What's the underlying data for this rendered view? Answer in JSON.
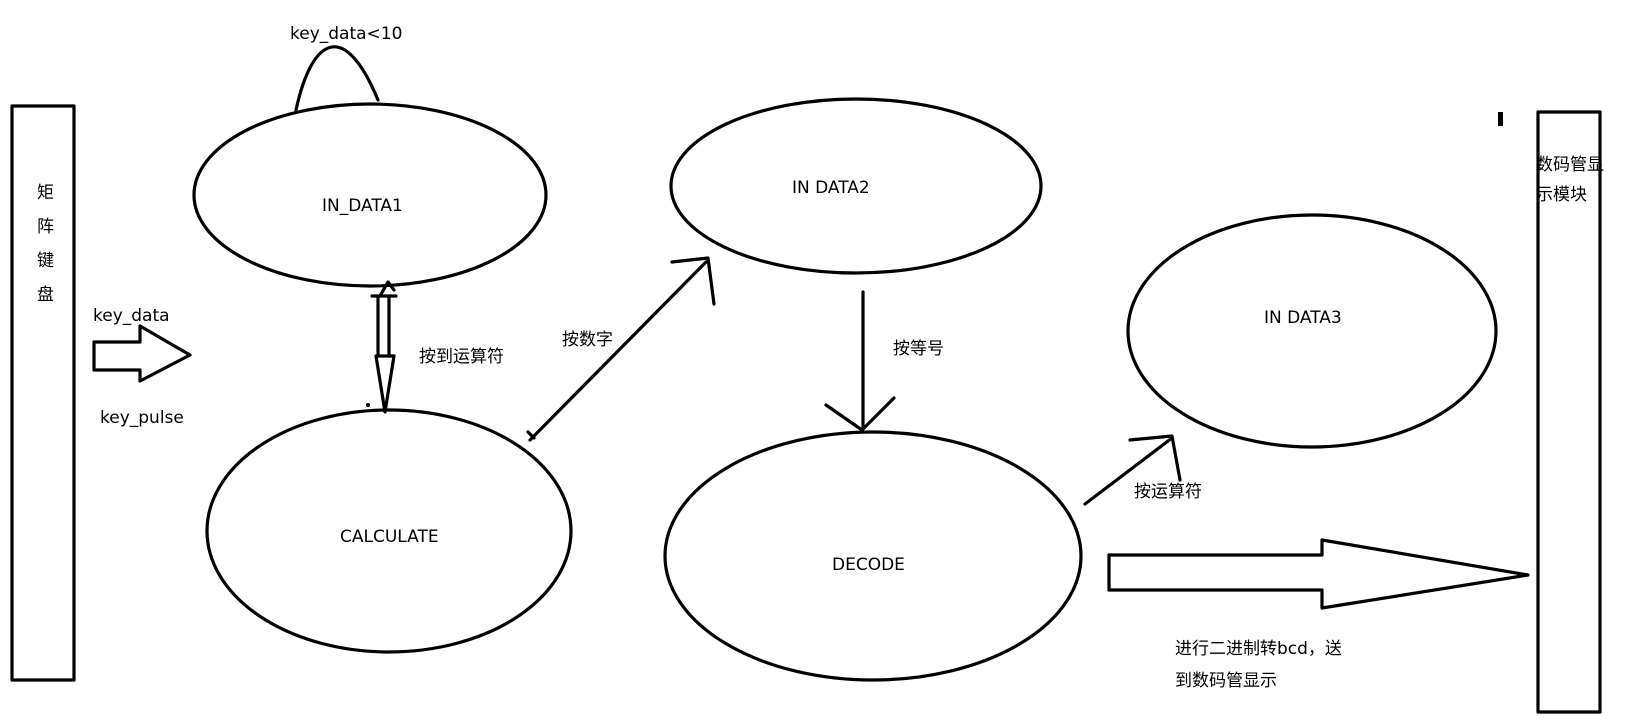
{
  "blocks": {
    "keypad": {
      "chars": [
        "矩",
        "阵",
        "键",
        "盘"
      ]
    },
    "display": {
      "line1": "数码管显",
      "line2": "示模块"
    }
  },
  "states": {
    "in_data1": "IN_DATA1",
    "in_data2": "IN  DATA2",
    "in_data3": "IN  DATA3",
    "calculate": "CALCULATE",
    "decode": "DECODE"
  },
  "labels": {
    "self_loop": "key_data<10",
    "key_data": "key_data",
    "key_pulse": "key_pulse",
    "press_operator": "按到运算符",
    "press_digit": "按数字",
    "press_equals": "按等号",
    "press_operator2": "按运算符",
    "bcd_line1": "进行二进制转bcd，送",
    "bcd_line2": "到数码管显示"
  }
}
